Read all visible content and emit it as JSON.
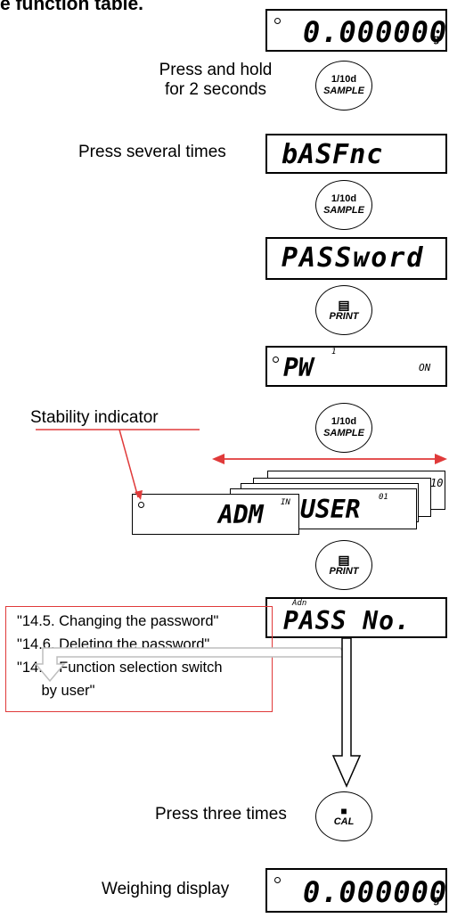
{
  "header": {
    "title_fragment": "e function table."
  },
  "displays": {
    "d1": {
      "text": "0.000000",
      "unit": "g"
    },
    "d2": {
      "text": "bASFnc"
    },
    "d3": {
      "text": "PASSword"
    },
    "d4": {
      "main": "PW",
      "superscript": "1",
      "right": "ON"
    },
    "d5_front": {
      "main": "ADM",
      "superscript": "IN"
    },
    "d5_second": {
      "main": "USER",
      "superscript": "01"
    },
    "d5_back": {
      "text": "10"
    },
    "d6": {
      "top_small": "Adn",
      "main": "PASS No."
    },
    "d7": {
      "text": "0.000000",
      "unit": "g"
    }
  },
  "buttons": {
    "sample": {
      "line1": "1/10d",
      "line2": "SAMPLE"
    },
    "print": {
      "line2": "PRINT"
    },
    "cal": {
      "line2": "CAL"
    }
  },
  "labels": {
    "press_hold": "Press and hold\nfor 2 seconds",
    "press_several": "Press several times",
    "stability": "Stability indicator",
    "press_three": "Press three times",
    "weighing": "Weighing display"
  },
  "references": [
    "\"14.5. Changing the password\"",
    "\"14.6. Deleting the password\"",
    "\"14.8. Function selection switch",
    "      by user\""
  ],
  "colors": {
    "arrow_red": "#e03a3a",
    "arrow_grey": "#bdbdbd",
    "ref_border": "#e03a3a"
  }
}
